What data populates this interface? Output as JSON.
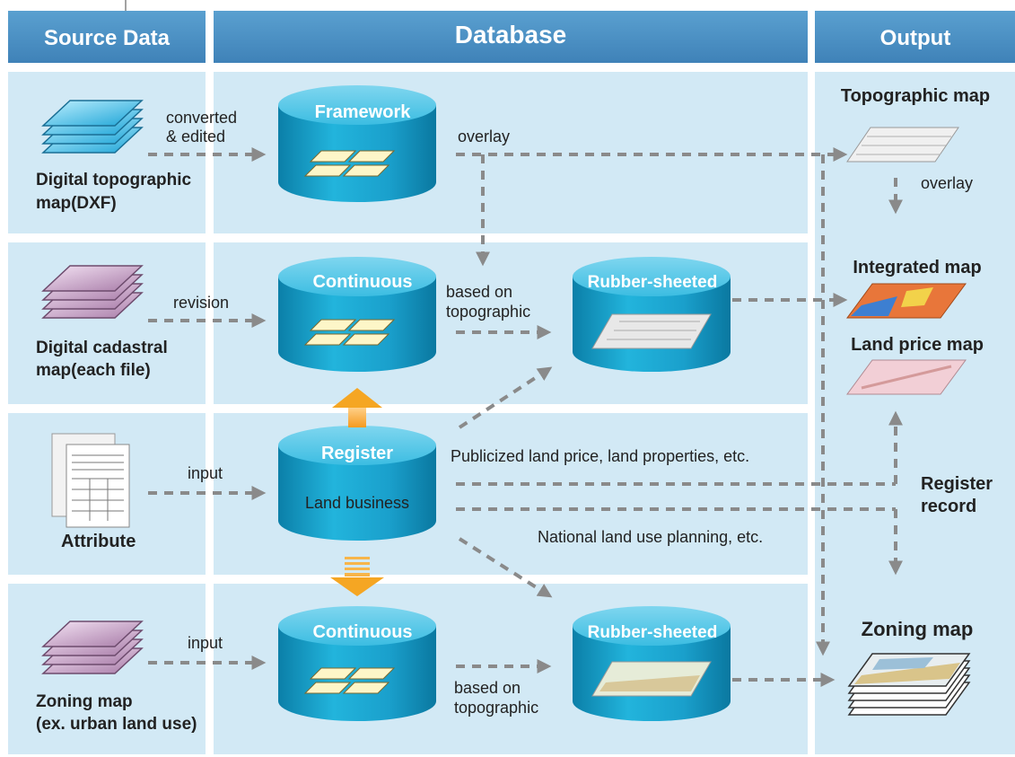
{
  "columns": {
    "source_data": "Source Data",
    "database": "Database",
    "output": "Output"
  },
  "source": {
    "topo": [
      "Digital topographic",
      "map(DXF)"
    ],
    "cadastral": [
      "Digital cadastral",
      "map(each file)"
    ],
    "attribute": "Attribute",
    "zoning": [
      "Zoning map",
      "(ex. urban land use)"
    ]
  },
  "cylinders": {
    "framework": "Framework",
    "continuous_1": "Continuous",
    "rubber_1": "Rubber-sheeted",
    "register": "Register",
    "register_sub": "Land business",
    "continuous_2": "Continuous",
    "rubber_2": "Rubber-sheeted"
  },
  "edge_labels": {
    "converted": [
      "converted",
      "& edited"
    ],
    "overlay_1": "overlay",
    "revision": "revision",
    "based_on_1": [
      "based on",
      "topographic"
    ],
    "input_1": "input",
    "publicized": "Publicized land price, land properties, etc.",
    "national": "National land use planning, etc.",
    "input_2": "input",
    "based_on_2": [
      "based on",
      "topographic"
    ],
    "overlay_2": "overlay"
  },
  "output": {
    "topographic_map": "Topographic map",
    "integrated_map": "Integrated map",
    "land_price_map": "Land price map",
    "register_record": [
      "Register",
      "record"
    ],
    "zoning_map": "Zoning map"
  },
  "colors": {
    "header": "#4a8fc2",
    "panel": "#d2e9f5",
    "cylinder": "#1aa3cc",
    "arrow": "#8a8a8a",
    "orange": "#f5a623"
  }
}
